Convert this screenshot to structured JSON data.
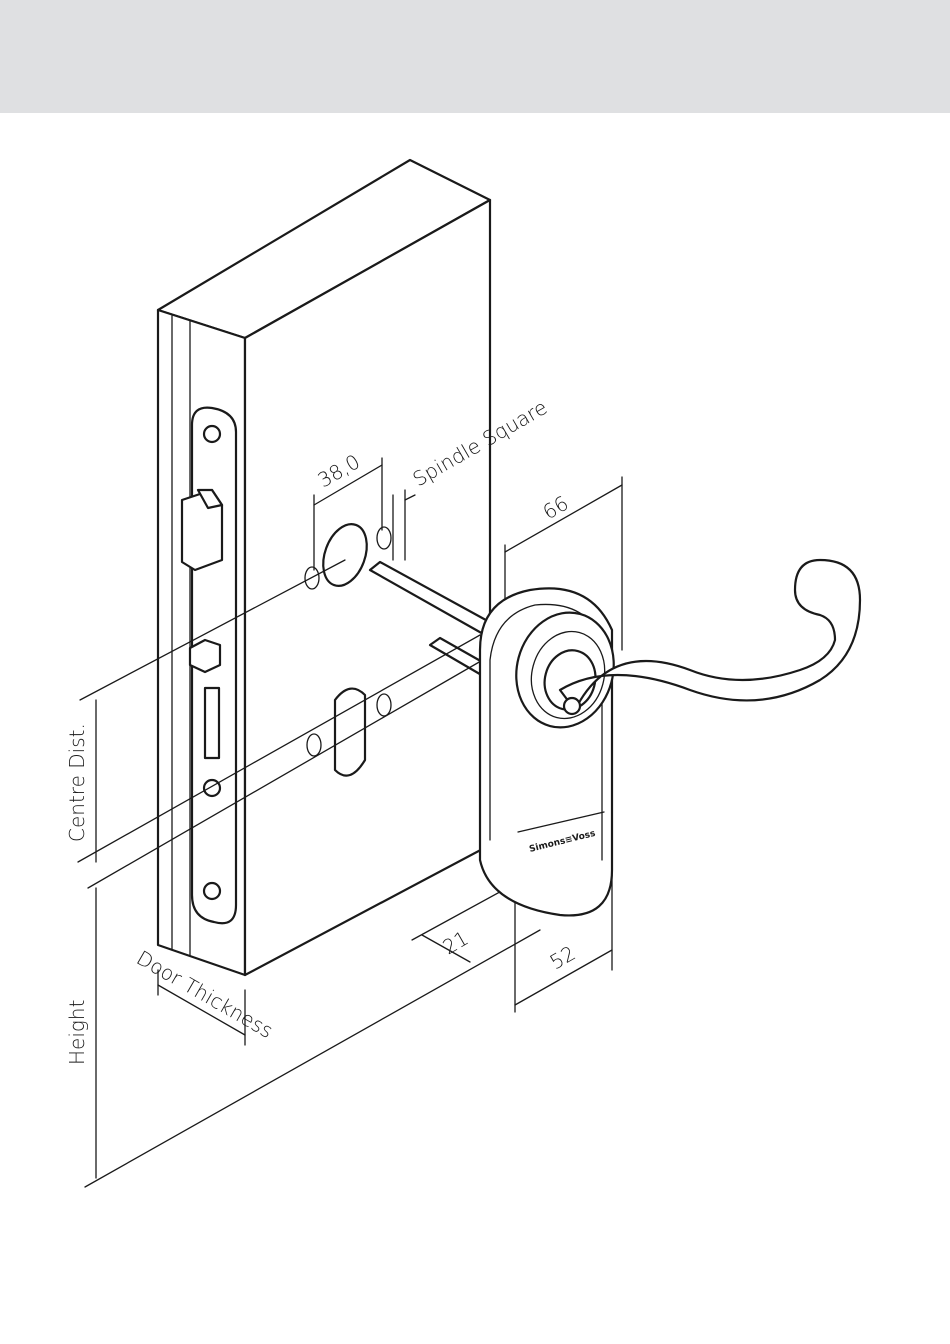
{
  "labels": {
    "dim_38": "38,0",
    "spindle_square": "Spindle Square",
    "dim_66": "66",
    "centre_dist": "Centre Dist.",
    "door_thickness": "Door Thickness",
    "dim_21": "21",
    "dim_52": "52",
    "height": "Height",
    "brand": "Simons≡Voss"
  },
  "colors": {
    "header_band": "#dfe0e2",
    "line": "#1a1a1a"
  }
}
